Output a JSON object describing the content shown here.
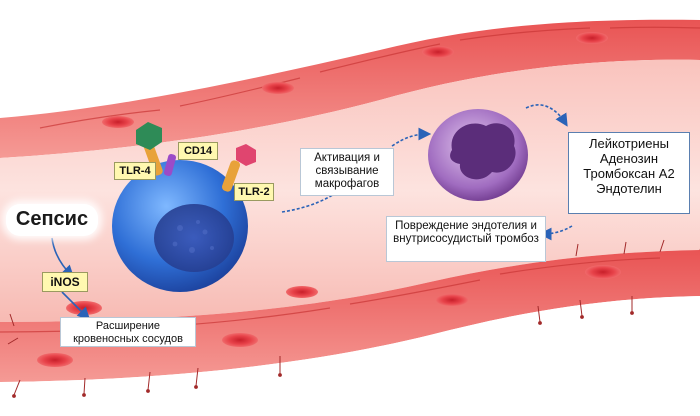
{
  "labels": {
    "sepsis": "Сепсис",
    "inos": "iNOS",
    "vasodilation": "Расширение кровеносных сосудов",
    "tlr4": "TLR-4",
    "cd14": "CD14",
    "tlr2": "TLR-2",
    "activation": "Активация и связывание макрофагов",
    "damage": "Повреждение эндотелия и внутрисосудистый тромбоз",
    "mediators": [
      "Лейкотриены",
      "Аденозин",
      "Тромбоксан А2",
      "Эндотелин"
    ]
  },
  "colors": {
    "vessel_wall": "#f07a7a",
    "vessel_lumen": "#fbd6d2",
    "red_cell": "#e23a3a",
    "macrophage": "#3d7fe0",
    "neutrophil": "#7a3f9a",
    "receptor_green": "#2e8b57",
    "receptor_pink": "#e0456f",
    "arrow": "#2a63b8"
  }
}
